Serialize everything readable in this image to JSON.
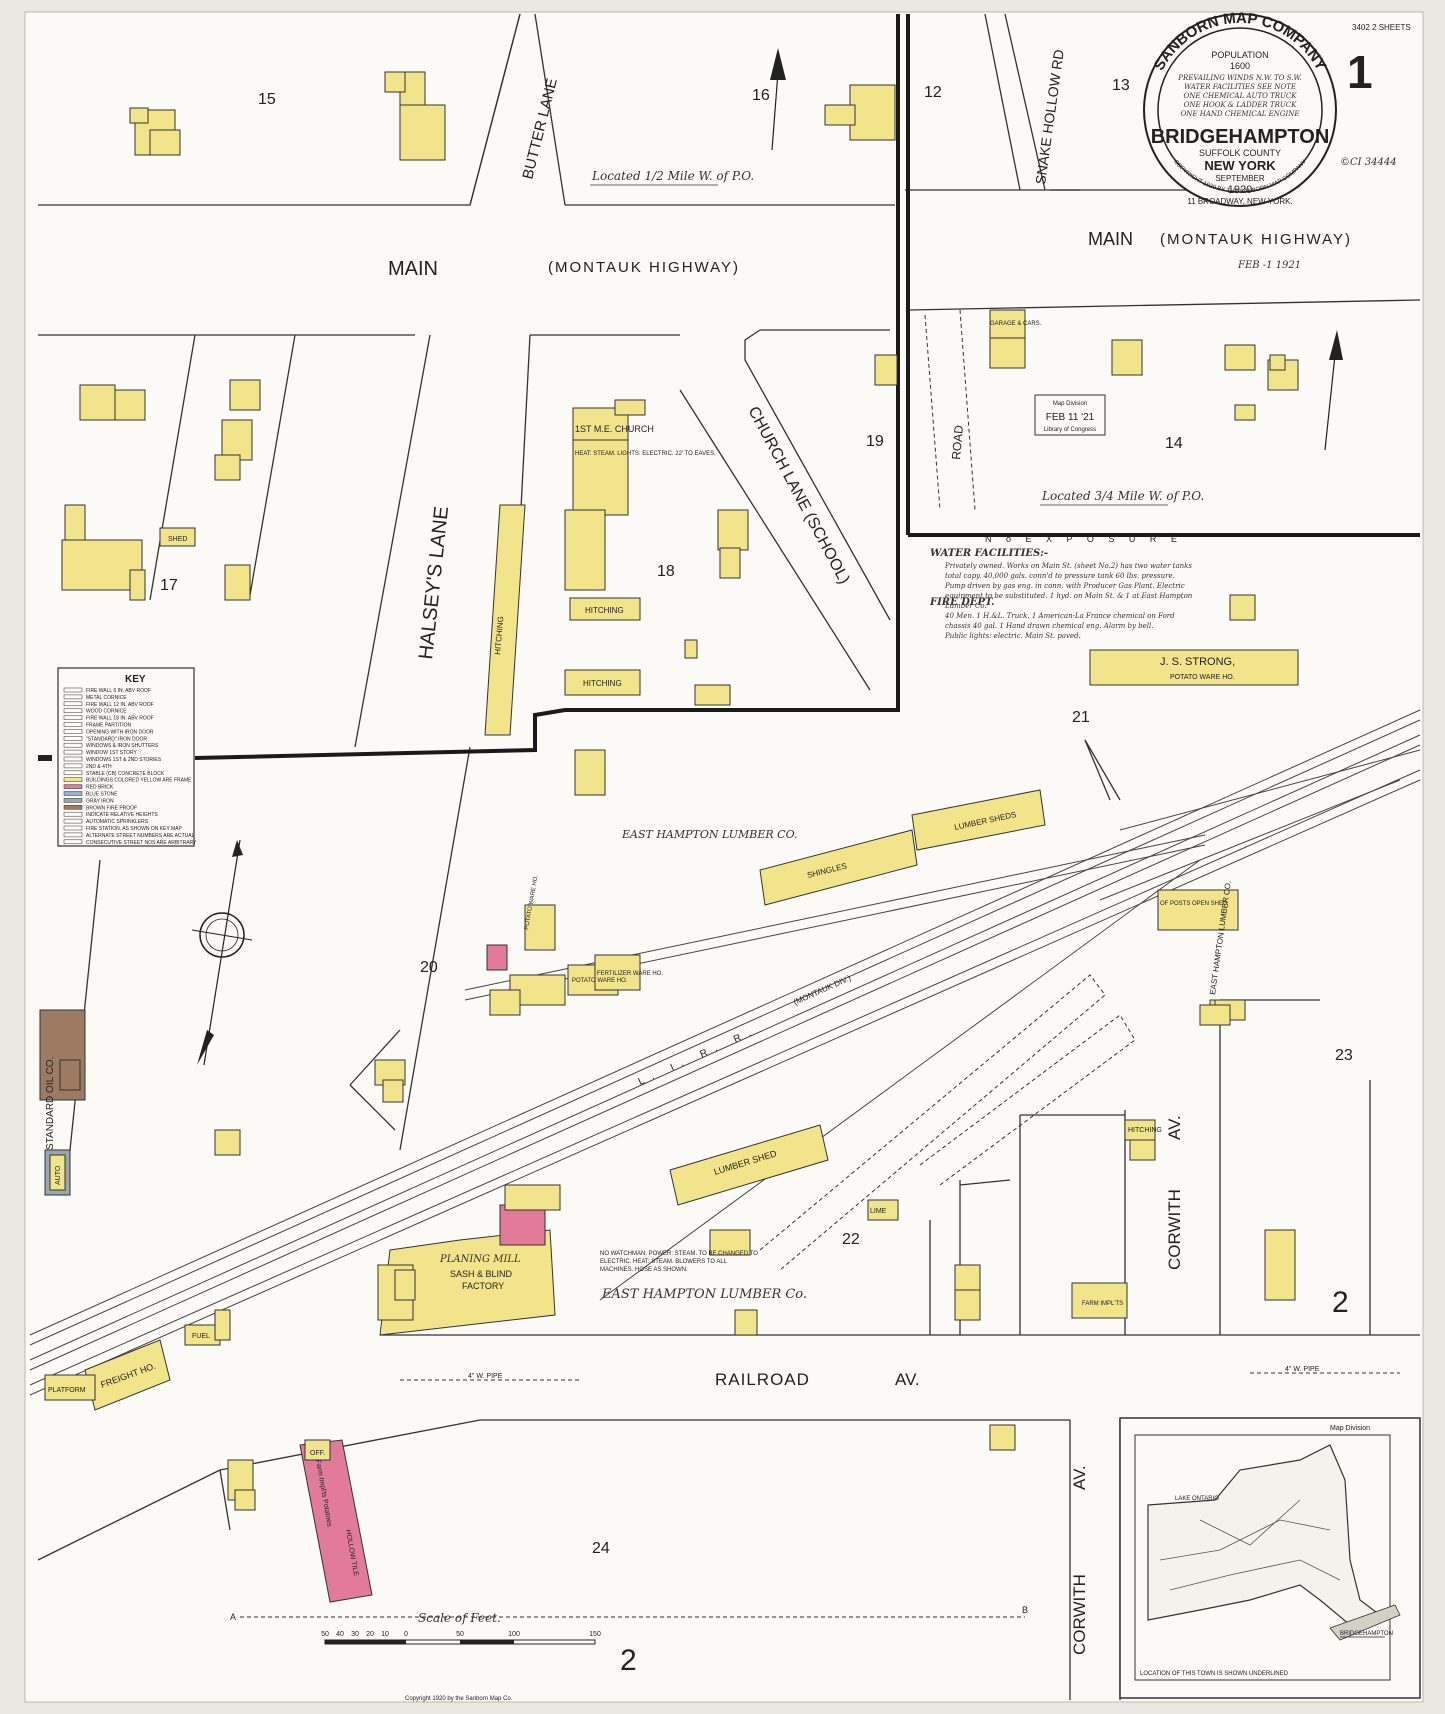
{
  "title_seal": {
    "company": "SANBORN MAP COMPANY",
    "population_label": "POPULATION",
    "population": "1600",
    "notes": [
      "PREVAILING WINDS N.W. TO S.W.",
      "WATER FACILITIES SEE NOTE",
      "ONE CHEMICAL AUTO TRUCK",
      "ONE HOOK & LADDER TRUCK",
      "ONE HAND CHEMICAL ENGINE"
    ],
    "town": "BRIDGEHAMPTON",
    "county": "SUFFOLK COUNTY",
    "state": "NEW YORK",
    "month": "SEPTEMBER",
    "year": "1920",
    "address": "11 BROADWAY, NEW YORK.",
    "copyright_ring": "COPYRIGHT 1920 BY THE SANBORN MAP COMPANY"
  },
  "sheet": {
    "number": "1",
    "count_note": "3402\n2 SHEETS",
    "catalog": "©CI 34444",
    "received": "FEB -1 1921"
  },
  "stamp": {
    "line1": "Map Division",
    "date": "FEB 11 '21",
    "line3": "Library of Congress"
  },
  "streets": {
    "main_left": "MAIN",
    "montauk_left": "(MONTAUK HIGHWAY)",
    "main_right": "MAIN",
    "montauk_right": "(MONTAUK HIGHWAY)",
    "butter_lane": "BUTTER LANE",
    "snake_hollow": "SNAKE HOLLOW RD",
    "halseys_lane": "HALSEY'S LANE",
    "church_lane": "CHURCH LANE (SCHOOL)",
    "road": "ROAD",
    "railroad_av": "RAILROAD",
    "railroad_av2": "AV.",
    "corwith_upper": "CORWITH",
    "corwith_upper2": "AV.",
    "corwith_lower": "CORWITH",
    "corwith_lower2": "AV."
  },
  "block_numbers": [
    "15",
    "16",
    "12",
    "13",
    "17",
    "18",
    "19",
    "14",
    "21",
    "20",
    "22",
    "23",
    "24"
  ],
  "bottom_sheet_refs": [
    "2",
    "2"
  ],
  "located_notes": [
    "Located 1/2 Mile W. of P.O.",
    "Located 3/4 Mile W. of P.O."
  ],
  "no_exposure": "N o   E X P O S U R E",
  "businesses": {
    "church": "1ST M.E. CHURCH",
    "church_note": "HEAT: STEAM. LIGHTS: ELECTRIC. 22' TO EAVES.",
    "hitching1": "HITCHING",
    "hitching2": "HITCHING",
    "hitching3": "HITCHING",
    "hitching4": "HITCHING",
    "lumber_top": "EAST HAMPTON LUMBER CO.",
    "lumber_bottom": "EAST HAMPTON LUMBER Co.",
    "lumber_right": "EAST HAMPTON LUMBER CO.",
    "shingles": "SHINGLES",
    "lumber_sheds": "LUMBER SHEDS",
    "lumber_shed": "LUMBER SHED",
    "potato1": "POTATO WARE HO.",
    "potato2": "POTATO WARE HO.",
    "fertilizer": "FERTILIZER WARE HO.",
    "strong_name": "J. S. STRONG,",
    "strong_sub": "POTATO WARE HO.",
    "planing_mill": "PLANING MILL",
    "sash": "SASH & BLIND",
    "factory": "FACTORY",
    "watchman": "NO WATCHMAN. POWER: STEAM. TO BE CHANGED TO ELECTRIC. HEAT: STEAM. BLOWERS TO ALL MACHINES. HOSE AS SHOWN.",
    "freight": "FREIGHT HO.",
    "platform": "PLATFORM",
    "farm_impl": "FARM IMPL'TS",
    "farm_pot": "Farm Impl'ts Potatoes",
    "hollow_tile": "HOLLOW TILE",
    "office": "OFF.",
    "standard_oil": "STANDARD OIL CO.",
    "auto": "AUTO",
    "lrr": "L. I. R. R.",
    "montauk_div": "(MONTAUK DIV.)",
    "fuel": "FUEL",
    "shed": "SHED",
    "lime": "LIME",
    "garage": "GARAGE & CARS.",
    "open_posts": "OF POSTS OPEN SHED"
  },
  "water_notes": {
    "heading": "WATER FACILITIES:-",
    "text1": "Privately owned. Works on Main St. (sheet No.2) has two water tanks",
    "text2": "total capy. 40,000 gals. conn'd to pressure tank 60 lbs. pressure.",
    "text3": "Pump driven by gas eng. in conn. with Producer Gas Plant. Electric",
    "text4": "equipment to be substituted. 1 hyd. on Main St. & 1 at East Hampton",
    "text5": "Lumber Co.",
    "fire_heading": "FIRE DEPT.",
    "fire1": "40 Men. 1 H.&L. Truck. 1 American-La France chemical on Ford",
    "fire2": "chassis 40 gal. 1 Hand drawn chemical eng. Alarm by bell.",
    "fire3": "Public lights: electric. Main St. paved."
  },
  "pipes": [
    "4\" W. PIPE",
    "4\" W. PIPE"
  ],
  "legend": {
    "title": "KEY",
    "items": [
      "FIRE WALL 6 IN. ABV ROOF",
      "METAL CORNICE",
      "FIRE WALL 12 IN. ABV ROOF",
      "WOOD CORNICE",
      "FIRE WALL 18 IN. ABV ROOF",
      "FRAME PARTITION",
      "OPENING WITH IRON DOOR",
      "\"STANDARD\" IRON DOOR",
      "WINDOWS & IRON SHUTTERS",
      "WINDOW 1ST STORY",
      "WINDOWS 1ST & 2ND STORIES",
      "2ND & 4TH",
      "STABLE (CB) CONCRETE BLOCK",
      "BUILDINGS COLORED YELLOW ARE FRAME",
      "RED BRICK",
      "BLUE STONE",
      "GRAY IRON",
      "BROWN FIRE PROOF",
      "INDICATE RELATIVE HEIGHTS",
      "AUTOMATIC SPRINKLERS",
      "FIRE STATION, AS SHOWN ON KEY MAP",
      "ALTERNATE STREET NUMBERS ARE ACTUAL",
      "CONSECUTIVE STREET NOS ARE ARBITRARY"
    ]
  },
  "scale": {
    "label": "Scale of Feet.",
    "ticks": [
      "50",
      "40",
      "30",
      "20",
      "10",
      "0",
      "50",
      "100",
      "150"
    ],
    "end_a": "A",
    "end_b": "B"
  },
  "copyright": "Copyright 1920 by the Sanborn Map Co.",
  "inset": {
    "caption": "LOCATION OF THIS TOWN IS SHOWN UNDERLINED",
    "lake": "LAKE ONTARIO",
    "label": "Map Division",
    "town": "BRIDGEHAMPTON"
  },
  "colors": {
    "paper": "#e9e8e2",
    "frame": "#f2e48a",
    "brick": "#e27a9a",
    "fireproof": "#9c7b62",
    "iron": "#9ba7ad"
  }
}
